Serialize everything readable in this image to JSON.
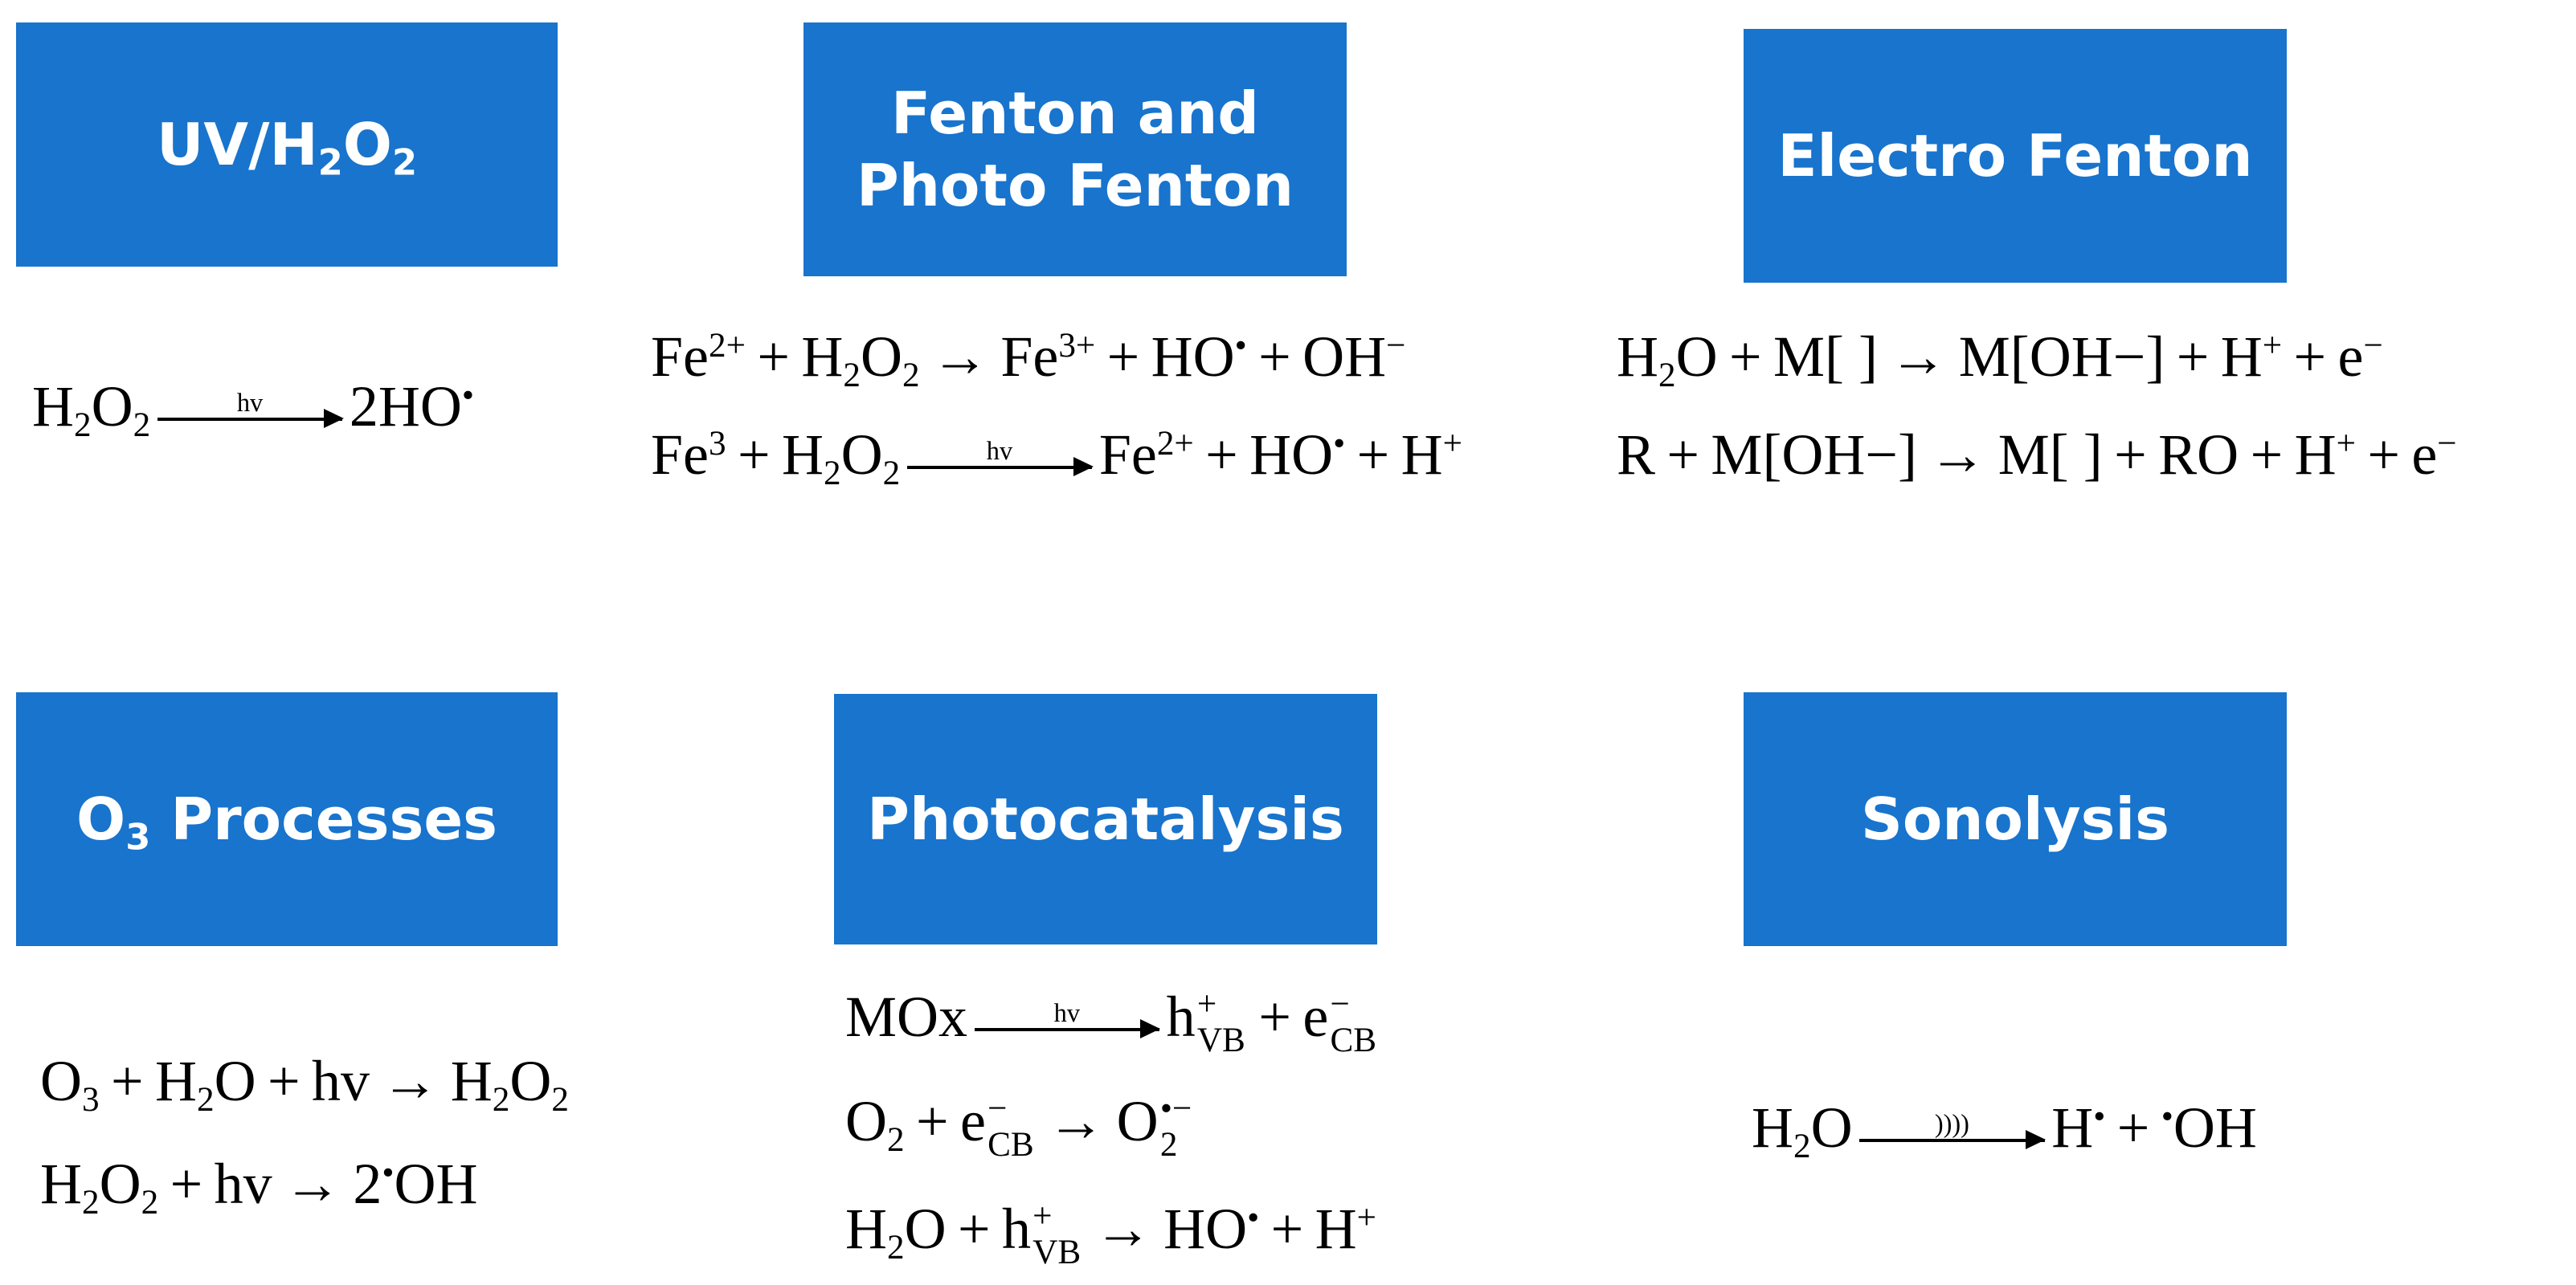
{
  "boxes": {
    "uv_h2o2": {
      "base": "UV/H",
      "s1": "2",
      "mid": "O",
      "s2": "2"
    },
    "fenton": {
      "line1": "Fenton and",
      "line2": "Photo Fenton"
    },
    "electro_fenton": "Electro Fenton",
    "o3": {
      "base": "O",
      "sub": "3",
      "rest": " Processes"
    },
    "photocatalysis": "Photocatalysis",
    "sonolysis": "Sonolysis"
  },
  "equations": {
    "uv": {
      "r_h": "H",
      "r_s1": "2",
      "r_o": "O",
      "r_s2": "2",
      "arrow": "hv",
      "p": "2HO",
      "dot": "•"
    },
    "fenton1": {
      "a": "Fe",
      "a_sup": "2+",
      "plus1": "+",
      "b": "H",
      "b_s1": "2",
      "b_o": "O",
      "b_s2": "2",
      "arrow": "→",
      "c": "Fe",
      "c_sup": "3+",
      "plus2": "+",
      "d": "HO",
      "d_sup": "•",
      "plus3": "+",
      "e": "OH",
      "e_sup": "−"
    },
    "fenton2": {
      "a": "Fe",
      "a_sup": "3",
      "plus1": "+",
      "b": "H",
      "b_s1": "2",
      "b_o": "O",
      "b_s2": "2",
      "arrow": "hv",
      "c": "Fe",
      "c_sup": "2+",
      "plus2": "+",
      "d": "HO",
      "d_sup": "•",
      "plus3": "+",
      "e": "H",
      "e_sup": "+"
    },
    "electro1": {
      "a": "H",
      "a_s": "2",
      "a_o": "O",
      "plus1": "+",
      "b": "M[ ]",
      "arrow": "→",
      "c": "M[OH−]",
      "plus2": "+",
      "d": "H",
      "d_sup": "+",
      "plus3": "+",
      "e": "e",
      "e_sup": "−"
    },
    "electro2": {
      "a": "R",
      "plus1": "+",
      "b": "M[OH−]",
      "arrow": "→",
      "c": "M[ ]",
      "plus2": "+",
      "d": "RO",
      "plus3": "+",
      "e": "H",
      "e_sup": "+",
      "plus4": "+",
      "f": "e",
      "f_sup": "−"
    },
    "o3_1": {
      "a": "O",
      "a_s": "3",
      "plus1": "+",
      "b": "H",
      "b_s": "2",
      "b_o": "O",
      "plus2": "+",
      "c": "hv",
      "arrow": "→",
      "d": "H",
      "d_s1": "2",
      "d_o": "O",
      "d_s2": "2"
    },
    "o3_2": {
      "a": "H",
      "a_s1": "2",
      "a_o": "O",
      "a_s2": "2",
      "plus1": "+",
      "b": "hv",
      "arrow": "→",
      "c": "2",
      "c_dot": "•",
      "c2": "OH"
    },
    "photo1": {
      "a": "MOx",
      "arrow": "hv",
      "b": "h",
      "b_sup": "+",
      "b_sub": "VB",
      "plus1": "+",
      "c": "e",
      "c_sup": "−",
      "c_sub": "CB"
    },
    "photo2": {
      "a": "O",
      "a_s": "2",
      "plus1": "+",
      "b": "e",
      "b_sup": "−",
      "b_sub": "CB",
      "arrow": "→",
      "c": "O",
      "c_sup": "•−",
      "c_sub": "2"
    },
    "photo3": {
      "a": "H",
      "a_s": "2",
      "a_o": "O",
      "plus1": "+",
      "b": "h",
      "b_sup": "+",
      "b_sub": "VB",
      "arrow": "→",
      "c": "HO",
      "c_sup": "•",
      "plus2": "+",
      "d": "H",
      "d_sup": "+"
    },
    "sono": {
      "a": "H",
      "a_s": "2",
      "a_o": "O",
      "arrow": "))))",
      "b": "H",
      "b_sup": "•",
      "plus1": "+",
      "c_dot": "•",
      "c": "OH"
    }
  },
  "colors": {
    "box": "#1874cd",
    "box_text": "#ffffff",
    "text": "#000000"
  }
}
